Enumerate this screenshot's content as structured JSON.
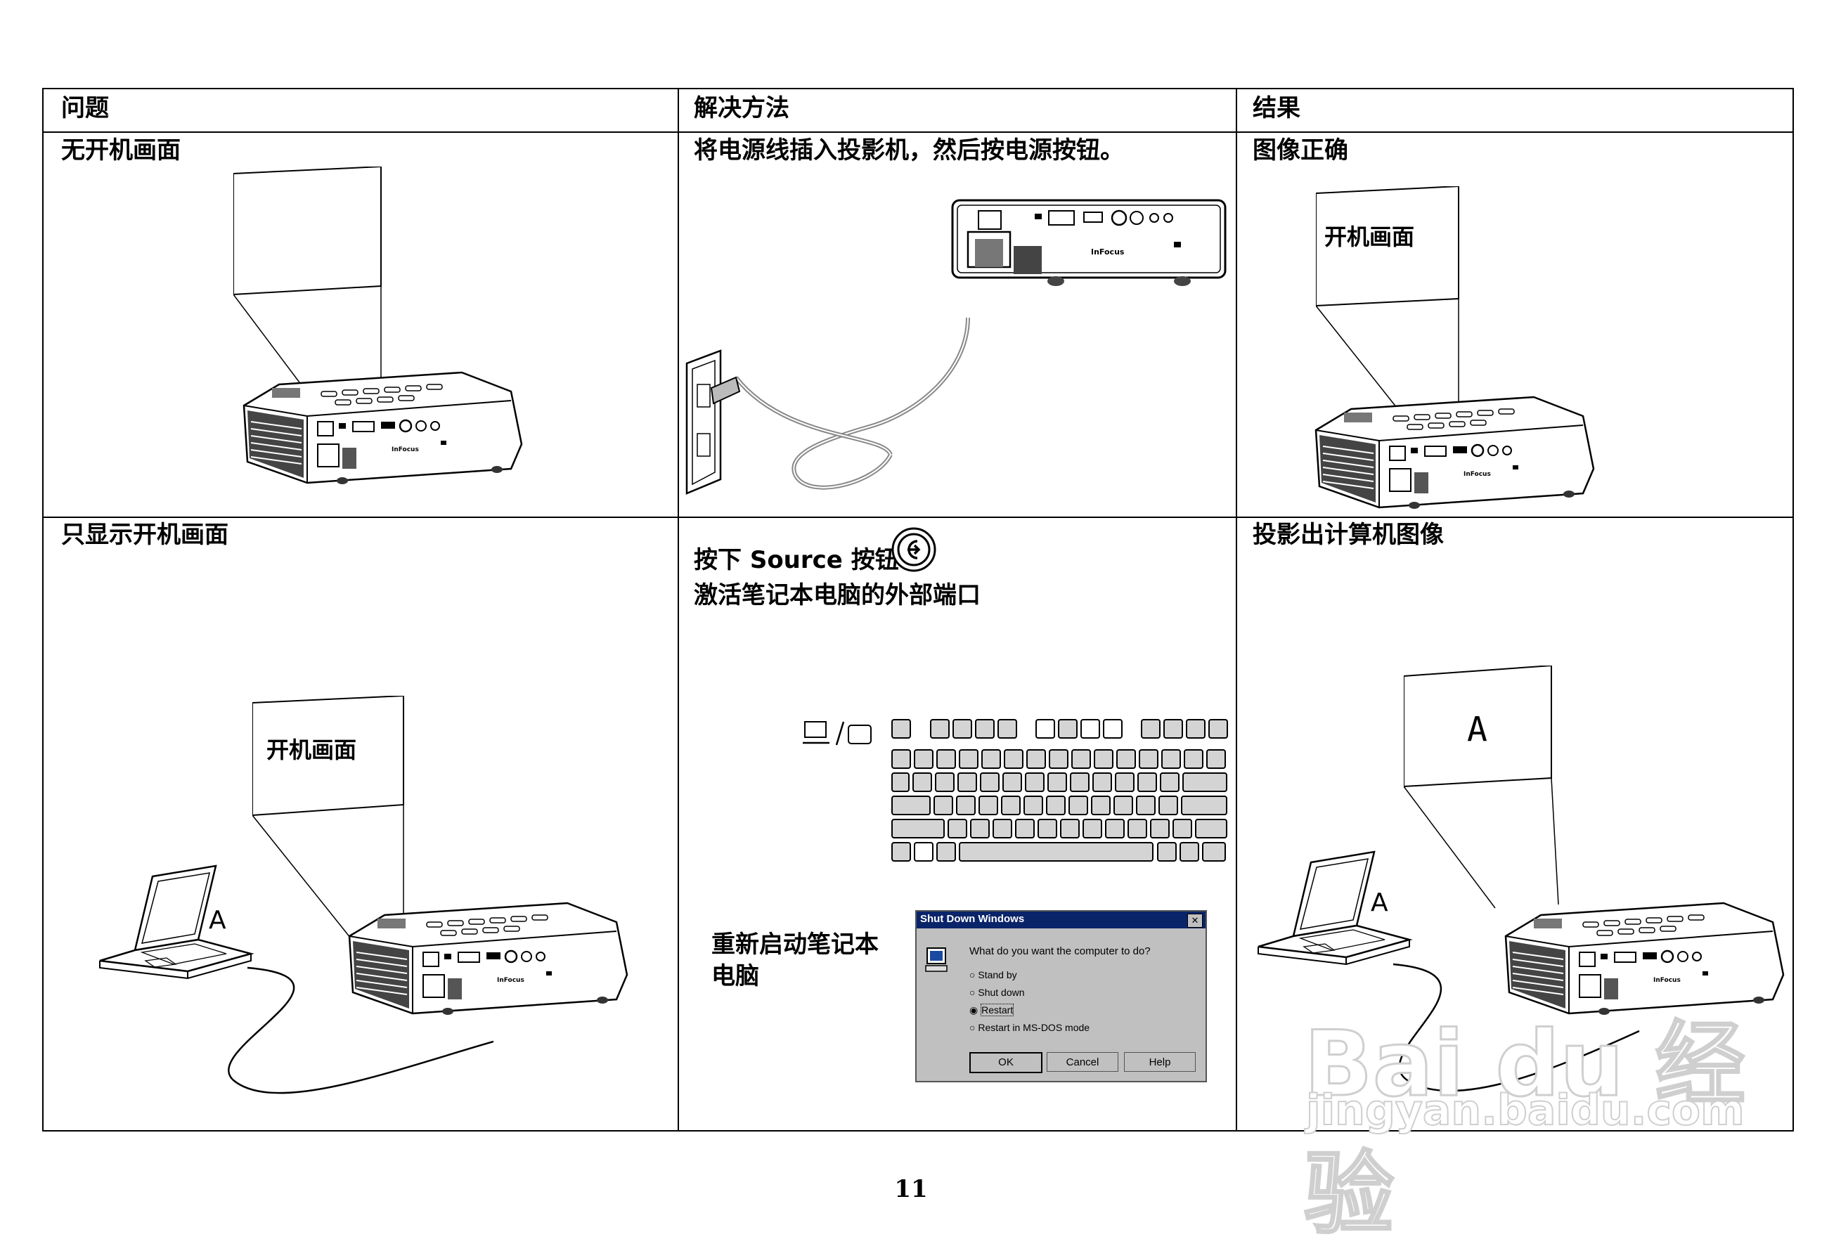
{
  "headers": {
    "problem": "问题",
    "solution": "解决方法",
    "result": "结果"
  },
  "rows": [
    {
      "problem": "无开机画面",
      "solution": "将电源线插入投影机，然后按电源按钮。",
      "result": "图像正确"
    },
    {
      "problem": "只显示开机画面",
      "solution_line1": "按下 Source 按钮",
      "solution_line2": "激活笔记本电脑的外部端口",
      "solution_line3a": "重新启动笔记本",
      "solution_line3b": "电脑",
      "result": "投影出计算机图像"
    }
  ],
  "screen_labels": {
    "startup_screen": "开机画面",
    "letter_a": "A"
  },
  "projector_brand": "InFocus",
  "dialog": {
    "title": "Shut Down Windows",
    "close": "✕",
    "question": "What do you want the computer to do?",
    "options": [
      "Stand by",
      "Shut down",
      "Restart",
      "Restart in MS-DOS mode"
    ],
    "selected_index": 2,
    "buttons": {
      "ok": "OK",
      "cancel": "Cancel",
      "help": "Help"
    }
  },
  "page_number": "11",
  "watermark": {
    "line1": "Bai du 经验",
    "line2": "jingyan.baidu.com"
  },
  "colors": {
    "dialog_title_bg": "#0a246a",
    "dialog_bg": "#c0c0c0",
    "key_fill": "#d4d4d4"
  }
}
